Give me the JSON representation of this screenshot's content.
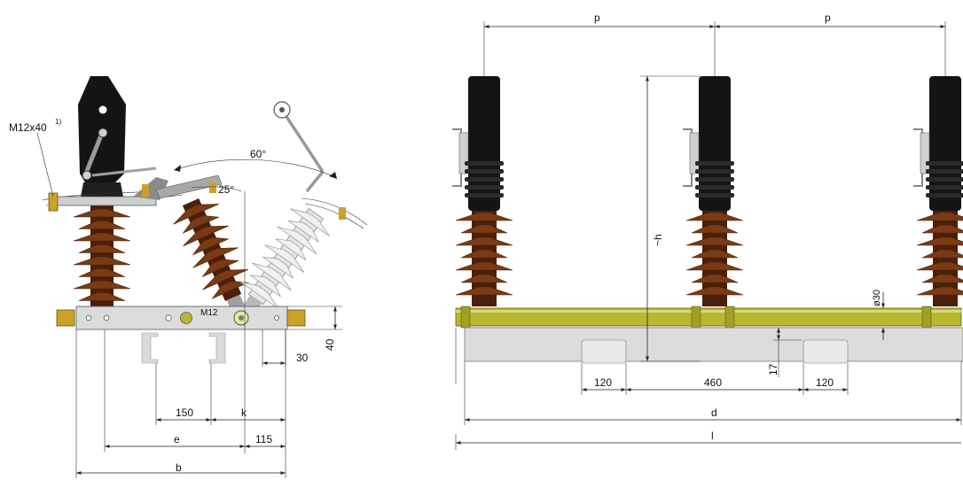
{
  "left_view": {
    "callout": "M12x40",
    "callout_sup": "1)",
    "angle_major": "60°",
    "angle_minor": "25°",
    "bolt_label": "M12",
    "dim_150": "150",
    "dim_k": "k",
    "dim_e": "e",
    "dim_115": "115",
    "dim_b": "b",
    "dim_30": "30",
    "dim_40": "40"
  },
  "right_view": {
    "dim_p_left": "p",
    "dim_p_right": "p",
    "dim_h": "~h",
    "dim_phi30": "ø30",
    "dim_17": "17",
    "dim_120_left": "120",
    "dim_460": "460",
    "dim_120_right": "120",
    "dim_d": "d",
    "dim_l": "l"
  },
  "colors": {
    "porcelain_brown": "#7a3a14",
    "porcelain_dark": "#4a200a",
    "white_insulator": "#f0f0f0",
    "black_bushing": "#141414",
    "frame_grey": "#dcdcdc",
    "busbar_yellow": "#b8b832",
    "bolt_gold": "#c9a227"
  }
}
